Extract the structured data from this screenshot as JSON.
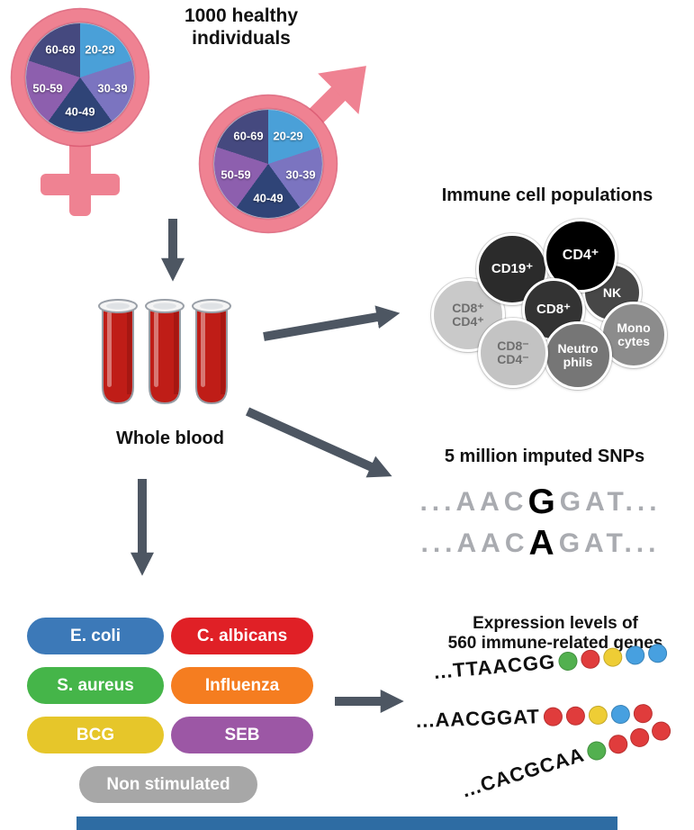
{
  "palette": {
    "symbol_pink": "#ef8292",
    "arrow_gray": "#4d5662",
    "blood_red": "#bf1d17",
    "bottom_bar_blue": "#2e6ca3"
  },
  "cohort": {
    "title": "1000 healthy\nindividuals",
    "age_groups": [
      {
        "label": "20-29",
        "color": "#4aa0d8"
      },
      {
        "label": "30-39",
        "color": "#7b74c0"
      },
      {
        "label": "40-49",
        "color": "#2f4477"
      },
      {
        "label": "50-59",
        "color": "#8d5fae"
      },
      {
        "label": "60-69",
        "color": "#45497f"
      }
    ]
  },
  "blood": {
    "label": "Whole blood"
  },
  "immune": {
    "title": "Immune cell populations",
    "cells": [
      {
        "label": "CD19⁺",
        "bg": "#2b2b2b",
        "fg": "#ffffff"
      },
      {
        "label": "CD4⁺",
        "bg": "#000000",
        "fg": "#ffffff"
      },
      {
        "label": "NK",
        "bg": "#474747",
        "fg": "#ffffff"
      },
      {
        "label": "CD8⁺",
        "bg": "#333333",
        "fg": "#ffffff"
      },
      {
        "label": "CD8⁺\nCD4⁺",
        "bg": "#c9c9c9",
        "fg": "#6e6e6e"
      },
      {
        "label": "CD8⁻\nCD4⁻",
        "bg": "#c3c3c3",
        "fg": "#6e6e6e"
      },
      {
        "label": "Neutro\nphils",
        "bg": "#767676",
        "fg": "#ffffff"
      },
      {
        "label": "Mono\ncytes",
        "bg": "#8c8c8c",
        "fg": "#ffffff"
      }
    ]
  },
  "snps": {
    "title": "5 million imputed SNPs",
    "rows": [
      {
        "prefix": "...AAC",
        "variant": "G",
        "suffix": "GAT..."
      },
      {
        "prefix": "...AAC",
        "variant": "A",
        "suffix": "GAT..."
      }
    ]
  },
  "stimuli": [
    {
      "label": "E. coli",
      "color": "#3c79b8"
    },
    {
      "label": "C. albicans",
      "color": "#e02026"
    },
    {
      "label": "S. aureus",
      "color": "#45b549"
    },
    {
      "label": "Influenza",
      "color": "#f57d20"
    },
    {
      "label": "BCG",
      "color": "#e6c62a"
    },
    {
      "label": "SEB",
      "color": "#9c57a5"
    },
    {
      "label": "Non stimulated",
      "color": "#a7a7a7"
    }
  ],
  "expression": {
    "title": "Expression levels of\n560 immune-related genes",
    "strands": [
      {
        "text": "...TTAACGG",
        "beads": [
          "#52b04f",
          "#e03c3c",
          "#eecd35",
          "#47a0e0",
          "#47a0e0"
        ]
      },
      {
        "text": "...AACGGAT",
        "beads": [
          "#e03c3c",
          "#e03c3c",
          "#eecd35",
          "#47a0e0",
          "#e03c3c"
        ]
      },
      {
        "text": "...CACGCAA",
        "beads": [
          "#52b04f",
          "#e03c3c",
          "#e03c3c",
          "#e03c3c"
        ]
      }
    ]
  }
}
